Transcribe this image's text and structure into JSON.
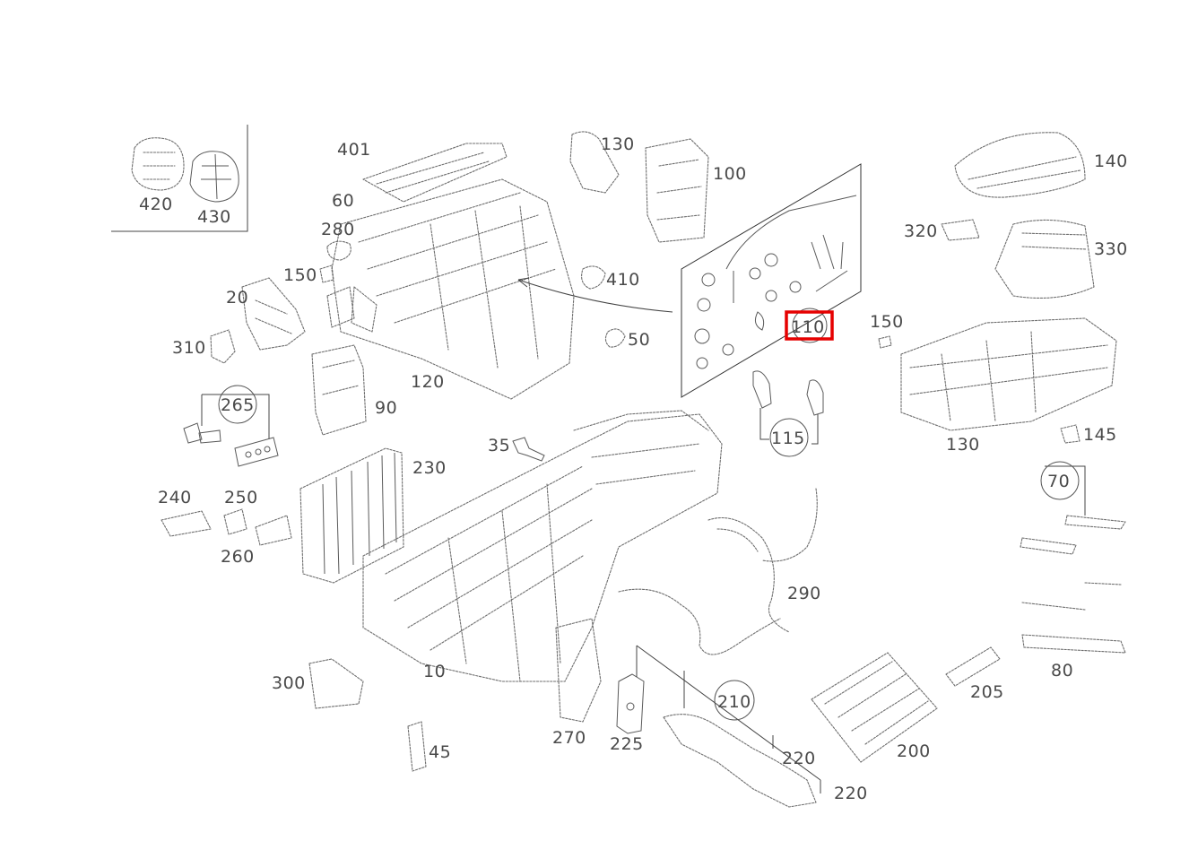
{
  "diagram": {
    "labels": {
      "p401": "401",
      "p60": "60",
      "p280": "280",
      "p150a": "150",
      "p20": "20",
      "p310": "310",
      "p265": "265",
      "p90": "90",
      "p120": "120",
      "p410": "410",
      "p50": "50",
      "p130a": "130",
      "p100": "100",
      "p140": "140",
      "p320": "320",
      "p330": "330",
      "p110": "110",
      "p150b": "150",
      "p115": "115",
      "p130b": "130",
      "p145": "145",
      "p70": "70",
      "p35": "35",
      "p230": "230",
      "p240": "240",
      "p250": "250",
      "p260": "260",
      "p420": "420",
      "p430": "430",
      "p290": "290",
      "p300": "300",
      "p10": "10",
      "p45": "45",
      "p270": "270",
      "p225": "225",
      "p210": "210",
      "p220a": "220",
      "p220b": "220",
      "p200": "200",
      "p205": "205",
      "p80": "80"
    },
    "highlighted_part": "110",
    "highlight_color": "#e60000"
  }
}
